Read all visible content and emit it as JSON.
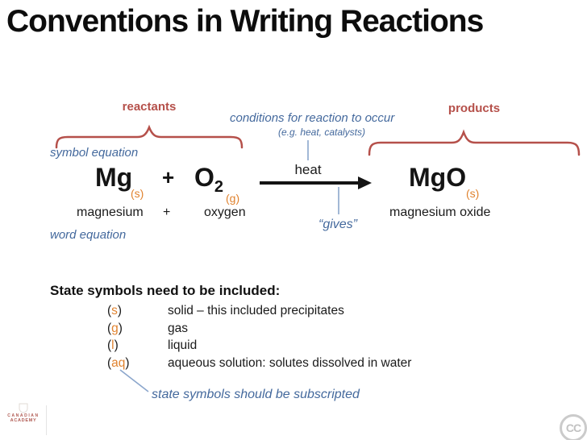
{
  "title": "Conventions in Writing Reactions",
  "reaction_diagram": {
    "reactants_label": "reactants",
    "products_label": "products",
    "conditions_label": "conditions for reaction to occur",
    "conditions_example": "(e.g. heat, catalysts)",
    "symbol_equation_label": "symbol equation",
    "word_equation_label": "word equation",
    "arrow_condition": "heat",
    "arrow_meaning": "“gives”",
    "symbol_equation": {
      "reactant1_formula": "Mg",
      "reactant1_state": "(s)",
      "plus_sign": "+",
      "reactant2_formula": "O",
      "reactant2_subscript": "2",
      "reactant2_state": "(g)",
      "product_formula": "MgO",
      "product_state": "(s)"
    },
    "word_equation": {
      "reactant1": "magnesium",
      "plus_sign": "+",
      "reactant2": "oxygen",
      "product": "magnesium oxide"
    }
  },
  "state_symbols_section": {
    "heading": "State symbols need to be included:",
    "items": [
      {
        "open": "(",
        "letter": "s",
        "close": ")",
        "description": "solid – this included precipitates"
      },
      {
        "open": "(",
        "letter": "g",
        "close": ")",
        "description": "gas"
      },
      {
        "open": "(",
        "letter": "l",
        "close": ")",
        "description": "liquid"
      },
      {
        "open": "(",
        "letter": "aq",
        "close": ")",
        "description": "aqueous solution: solutes dissolved in water"
      }
    ],
    "note": "state symbols should be subscripted"
  },
  "footer": {
    "logo_text_line1": "CANADIAN",
    "logo_text_line2": "ACADEMY",
    "cc_badge": "CC"
  },
  "colors": {
    "accent_red": "#b5504a",
    "annotation_blue": "#44699d",
    "connector_blue": "#8ba6cc",
    "state_orange": "#e0822e",
    "text_black": "#1a1a1a"
  }
}
